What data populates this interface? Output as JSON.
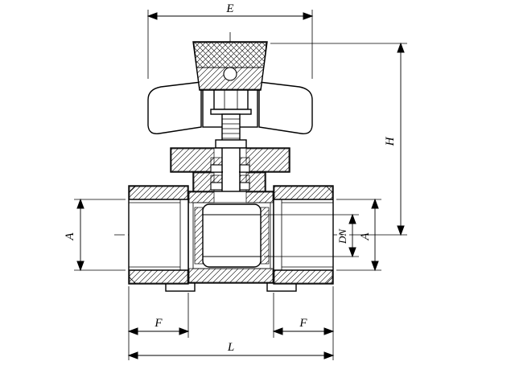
{
  "drawing": {
    "dimensions": {
      "top_width": "E",
      "overall_height": "H",
      "left_port": "A",
      "nominal_bore": "DN",
      "right_port": "A",
      "left_thread_length": "F",
      "right_thread_length": "F",
      "overall_length": "L"
    },
    "colors": {
      "line": "#000000",
      "background": "#ffffff"
    }
  }
}
